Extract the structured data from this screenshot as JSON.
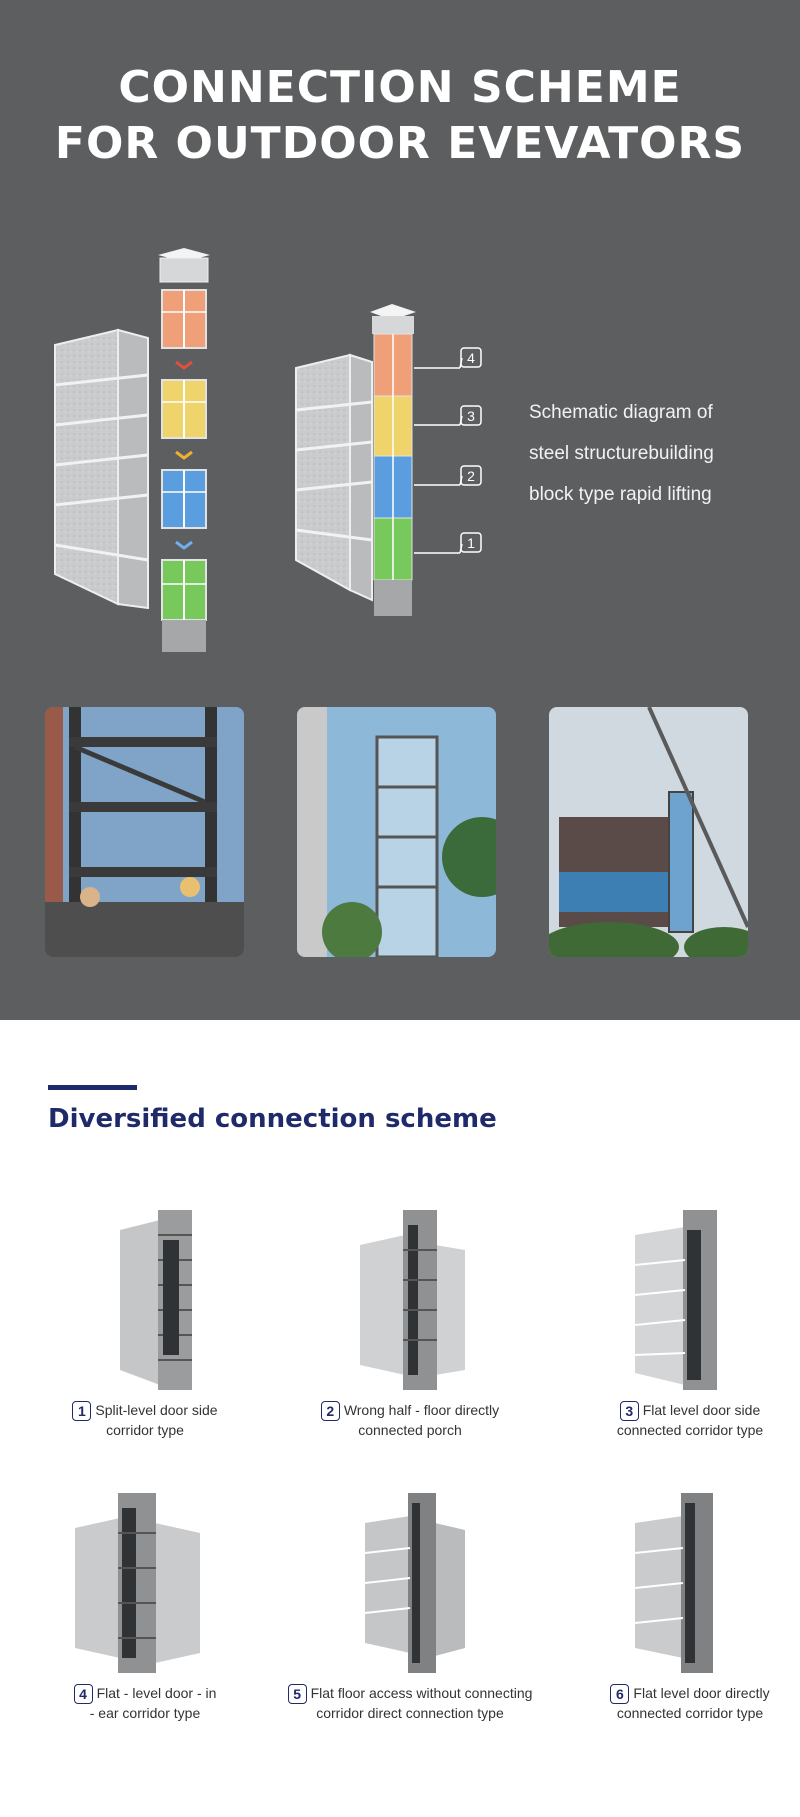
{
  "hero": {
    "title_line1": "CONNECTION SCHEME",
    "title_line2": "FOR OUTDOOR EVEVATORS",
    "description_lines": [
      "Schematic diagram of",
      "steel structurebuilding",
      "block type rapid lifting"
    ],
    "block_numbers": [
      "4",
      "3",
      "2",
      "1"
    ],
    "block_colors": {
      "top": "#f0a078",
      "upper": "#eed46a",
      "middle": "#5b9ee0",
      "bottom": "#76c95a"
    }
  },
  "section": {
    "title": "Diversified connection scheme",
    "accent_color": "#1f2a6b"
  },
  "schemes": [
    {
      "number": "1",
      "line1": "Split-level door side",
      "line2": "corridor type"
    },
    {
      "number": "2",
      "line1": "Wrong half - floor directly",
      "line2": "connected porch"
    },
    {
      "number": "3",
      "line1": "Flat level door side",
      "line2": "connected corridor type"
    },
    {
      "number": "4",
      "line1": "Flat - level door - in",
      "line2": "- ear corridor type"
    },
    {
      "number": "5",
      "line1": "Flat floor access without connecting",
      "line2": "corridor direct connection type"
    },
    {
      "number": "6",
      "line1": "Flat level door directly",
      "line2": "connected corridor type"
    }
  ]
}
